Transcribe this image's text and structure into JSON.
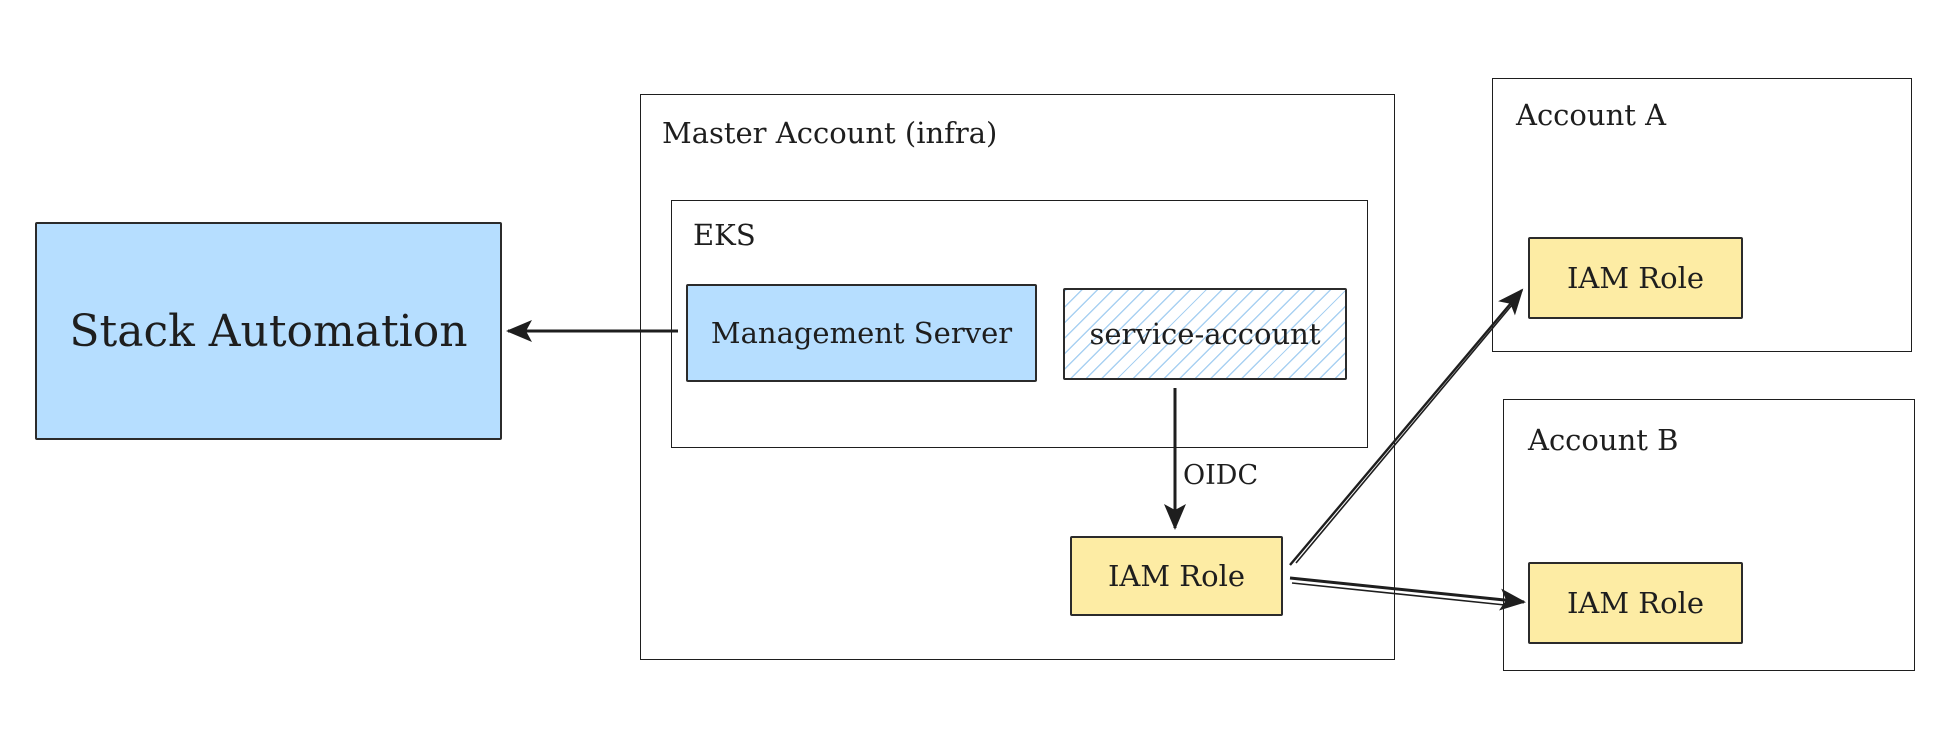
{
  "diagram": {
    "colors": {
      "stroke": "#1e1e1e",
      "blue_fill": "#b6deff",
      "yellow_fill": "#fdeca4",
      "hatch": "#a9d1f2"
    },
    "nodes": {
      "stack_automation": {
        "label": "Stack Automation"
      },
      "master_account": {
        "title": "Master Account (infra)"
      },
      "eks": {
        "title": "EKS"
      },
      "management_server": {
        "label": "Management Server"
      },
      "service_account": {
        "label": "service-account"
      },
      "master_iam_role": {
        "label": "IAM Role"
      },
      "account_a": {
        "title": "Account A"
      },
      "account_a_iam_role": {
        "label": "IAM Role"
      },
      "account_b": {
        "title": "Account B"
      },
      "account_b_iam_role": {
        "label": "IAM Role"
      }
    },
    "edges": [
      {
        "from": "management_server",
        "to": "stack_automation",
        "label": ""
      },
      {
        "from": "service_account",
        "to": "master_iam_role",
        "label": "OIDC"
      },
      {
        "from": "master_iam_role",
        "to": "account_a_iam_role",
        "label": ""
      },
      {
        "from": "master_iam_role",
        "to": "account_b_iam_role",
        "label": ""
      }
    ]
  }
}
